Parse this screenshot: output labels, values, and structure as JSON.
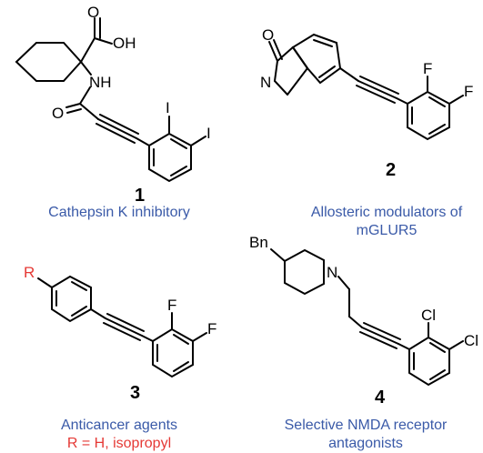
{
  "colors": {
    "caption": "#3a5aa8",
    "highlight": "#e53935",
    "ink": "#000000"
  },
  "compounds": [
    {
      "number": "1",
      "caption": [
        "Cathepsin K inhibitory"
      ],
      "atoms": {
        "o_top": "O",
        "oh": "OH",
        "nh": "NH",
        "o_amide": "O",
        "i1": "I",
        "i2": "I"
      }
    },
    {
      "number": "2",
      "caption": [
        "Allosteric modulators of",
        "mGLUR5"
      ],
      "atoms": {
        "o": "O",
        "n": "N",
        "f1": "F",
        "f2": "F"
      }
    },
    {
      "number": "3",
      "caption": [
        "Anticancer agents",
        "R = H, isopropyl"
      ],
      "atoms": {
        "r": "R",
        "f1": "F",
        "f2": "F"
      }
    },
    {
      "number": "4",
      "caption": [
        "Selective NMDA receptor",
        "antagonists"
      ],
      "atoms": {
        "bn": "Bn",
        "n": "N",
        "cl1": "Cl",
        "cl2": "Cl"
      }
    }
  ]
}
